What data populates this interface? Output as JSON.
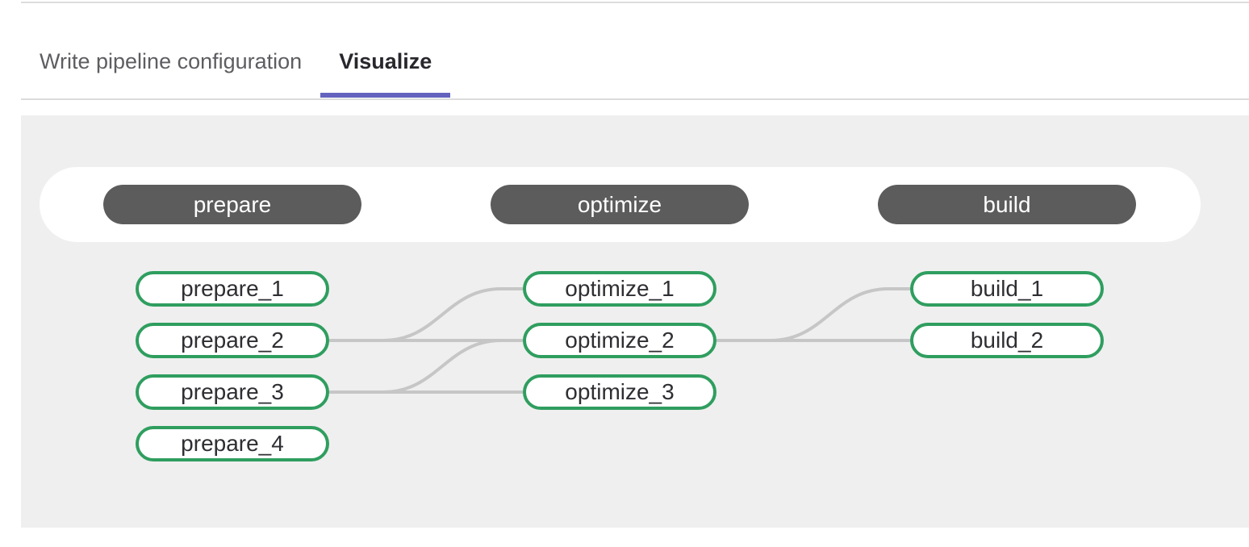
{
  "tabs": [
    {
      "label": "Write pipeline configuration",
      "active": false
    },
    {
      "label": "Visualize",
      "active": true
    }
  ],
  "colors": {
    "accent_purple": "#6363bf",
    "stage_pill_bg": "#5c5c5c",
    "job_border_green": "#2f9e5f",
    "edge_gray": "#c6c6c6",
    "panel_bg": "#efefef",
    "divider": "#dcdcdc"
  },
  "pipeline": {
    "stages": [
      {
        "name": "prepare",
        "jobs": [
          "prepare_1",
          "prepare_2",
          "prepare_3",
          "prepare_4"
        ]
      },
      {
        "name": "optimize",
        "jobs": [
          "optimize_1",
          "optimize_2",
          "optimize_3"
        ]
      },
      {
        "name": "build",
        "jobs": [
          "build_1",
          "build_2"
        ]
      }
    ],
    "edges": [
      {
        "from": "prepare_2",
        "to": "optimize_1"
      },
      {
        "from": "prepare_2",
        "to": "optimize_2"
      },
      {
        "from": "prepare_3",
        "to": "optimize_2"
      },
      {
        "from": "prepare_3",
        "to": "optimize_3"
      },
      {
        "from": "optimize_2",
        "to": "build_1"
      },
      {
        "from": "optimize_2",
        "to": "build_2"
      }
    ]
  }
}
